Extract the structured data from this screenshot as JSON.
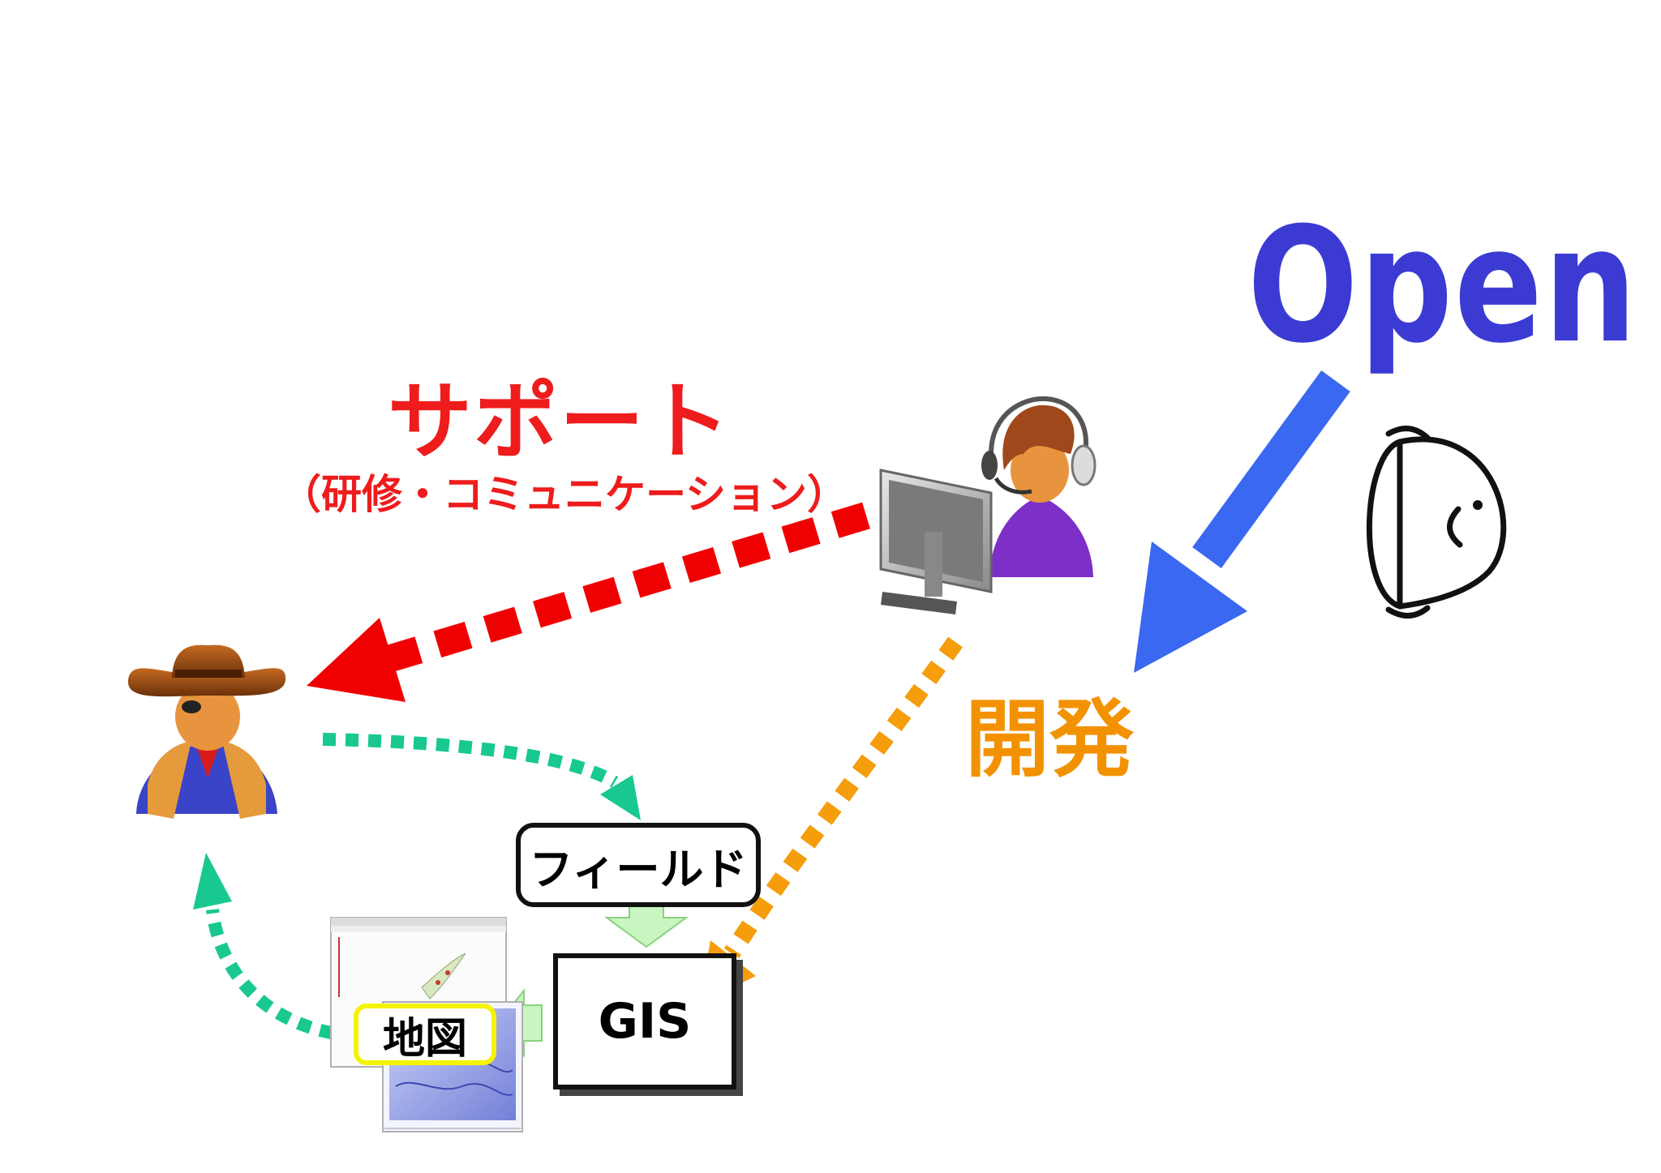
{
  "labels": {
    "open": "Open",
    "support": "サポート",
    "support_detail": "（研修・コミュニケーション）",
    "development": "開発",
    "field": "フィールド",
    "gis": "GIS",
    "map": "地図"
  },
  "colors": {
    "open": "#3b3bd4",
    "support": "#ee1c1c",
    "development": "#f39200",
    "open_arrow": "#3a68f0",
    "support_arrow": "#f00000",
    "dev_arrow": "#f59d0a",
    "user_arrows": "#18c890",
    "flow_arrow": "#c8f5c0"
  },
  "icons": {
    "developer": "support-agent-at-computer-icon",
    "user": "cowboy-user-icon",
    "community": "smiling-face-icon",
    "map_images": "map-screenshot-icon"
  }
}
